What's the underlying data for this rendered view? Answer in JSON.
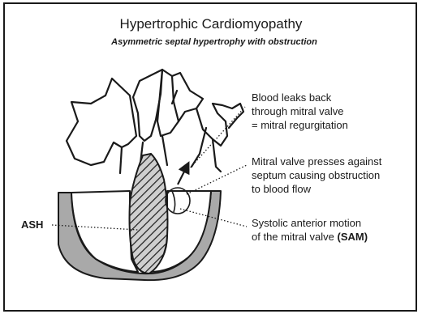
{
  "figure": {
    "title": "Hypertrophic Cardiomyopathy",
    "subtitle": "Asymmetric septal hypertrophy with obstruction",
    "labels": {
      "ash": "ASH",
      "regurgitation": {
        "line1": "Blood leaks back",
        "line2": "through mitral valve",
        "line3": "= mitral regurgitation"
      },
      "obstruction": {
        "line1": "Mitral valve presses against",
        "line2": "septum causing obstruction",
        "line3": "to blood flow"
      },
      "sam": {
        "line1": "Systolic anterior motion",
        "line2_prefix": "of the mitral valve ",
        "line2_bold": "(SAM)"
      }
    }
  }
}
